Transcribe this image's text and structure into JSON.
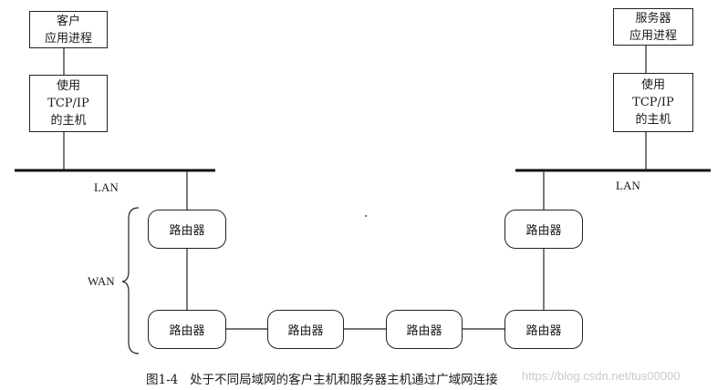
{
  "client": {
    "app_box": [
      "客户",
      "应用进程"
    ],
    "host_box": [
      "使用",
      "TCP/IP",
      "的主机"
    ]
  },
  "server": {
    "app_box": [
      "服务器",
      "应用进程"
    ],
    "host_box": [
      "使用",
      "TCP/IP",
      "的主机"
    ]
  },
  "lan_left_label": "LAN",
  "lan_right_label": "LAN",
  "wan_label": "WAN",
  "router_label": "路由器",
  "caption": "图1-4   处于不同局域网的客户主机和服务器主机通过广域网连接",
  "watermark": "https://blog.csdn.net/tus00000"
}
